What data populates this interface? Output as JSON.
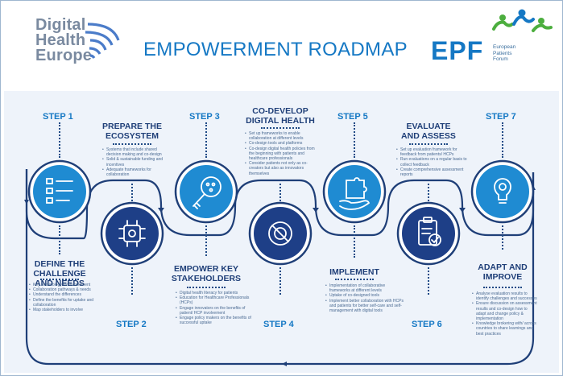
{
  "logo": {
    "line1": "Digital",
    "line2": "Health",
    "line3": "Europe"
  },
  "title": "EMPOWERMENT ROADMAP",
  "epf": {
    "abbr": "EPF",
    "line1": "European",
    "line2": "Patients",
    "line3": "Forum"
  },
  "colors": {
    "brand_blue": "#1578c4",
    "navy": "#1f3f78",
    "dark_circle": "#1e3f87",
    "light_circle": "#1f8bd2",
    "panel": "#eef3fa",
    "green": "#4cae3e"
  },
  "steps": [
    {
      "label": "STEP 1",
      "heading": "DEFINE THE CHALLENGE AND NEEDS",
      "icon": "checklist-icon",
      "bullets": [
        "Key terminology for involvement",
        "Collaboration pathways & needs",
        "Understand the differences",
        "Define the benefits for uptake and collaboration",
        "Map stakeholders to involve"
      ]
    },
    {
      "label": "STEP 2",
      "heading": "PREPARE THE ECOSYSTEM",
      "icon": "network-hub-icon",
      "bullets": [
        "Systems that include shared decision making and co-design",
        "Solid & sustainable funding and incentives",
        "Adequate frameworks for collaboration"
      ]
    },
    {
      "label": "STEP 3",
      "heading": "EMPOWER KEY STAKEHOLDERS",
      "icon": "digital-key-icon",
      "bullets": [
        "Digital health literacy for patients",
        "Education for Healthcare Professionals (HCPs)",
        "Engage innovators on the benefits of patient/ HCP involvement",
        "Engage policy makers on the benefits of successful uptake"
      ]
    },
    {
      "label": "STEP 4",
      "heading": "CO-DEVELOP DIGITAL HEALTH",
      "icon": "wrench-gear-icon",
      "bullets": [
        "Set up frameworks to enable collaboration at different levels",
        "Co-design tools and platforms",
        "Co-design digital health policies from the beginning with patients and healthcare professionals",
        "Consider patients not only as co-creators but also as innovators themselves"
      ]
    },
    {
      "label": "STEP 5",
      "heading": "IMPLEMENT",
      "icon": "puzzle-hand-icon",
      "bullets": [
        "Implementation of collaborative frameworks at different levels",
        "Uptake of co-designed tools",
        "Implement better collaboration with HCPs and patients for better self-care and self-management with digital tools"
      ]
    },
    {
      "label": "STEP 6",
      "heading": "EVALUATE AND ASSESS",
      "icon": "clipboard-check-icon",
      "bullets": [
        "Set up evaluation framework for feedback from patients/ HCPs",
        "Run evaluations on a regular basis to collect feedback",
        "Create comprehensive assessment reports"
      ]
    },
    {
      "label": "STEP 7",
      "heading": "ADAPT AND IMPROVE",
      "icon": "lightbulb-gear-icon",
      "bullets": [
        "Analyse evaluation results to identify challenges and successes",
        "Ensure discussion on assessment results and co-design how to adapt and change policy & implementation",
        "Knowledge brokering with/ across countries to share learnings and best practices"
      ]
    }
  ]
}
